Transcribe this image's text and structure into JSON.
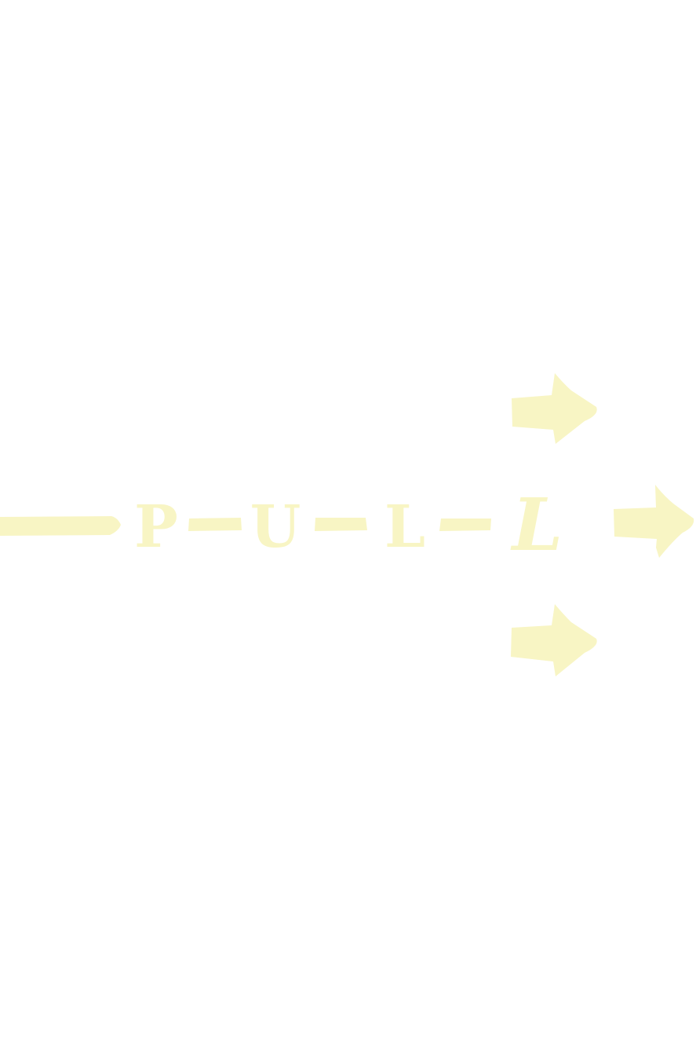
{
  "sign": {
    "text": "P-U-L-L",
    "letters": [
      "P",
      "U",
      "L",
      "L"
    ],
    "color": "#f8f5c4"
  },
  "icons": {
    "arrow": "right-arrow-icon",
    "line": "pull-line"
  }
}
